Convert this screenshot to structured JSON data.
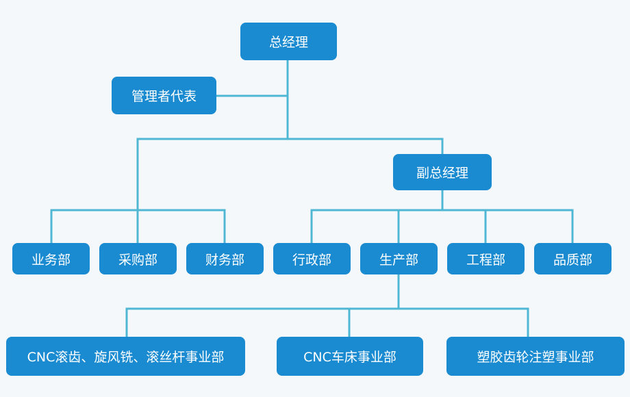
{
  "colors": {
    "box_fill": "#1a8bd1",
    "connector": "#4fb7d3",
    "text": "#ffffff",
    "background": "#f4f8fb"
  },
  "nodes": {
    "general_manager": "总经理",
    "management_rep": "管理者代表",
    "deputy_gm": "副总经理",
    "business_dept": "业务部",
    "purchasing_dept": "采购部",
    "finance_dept": "财务部",
    "admin_dept": "行政部",
    "production_dept": "生产部",
    "engineering_dept": "工程部",
    "quality_dept": "品质部",
    "cnc_hobbing_division": "CNC滚齿、旋风铣、滚丝杆事业部",
    "cnc_lathe_division": "CNC车床事业部",
    "plastic_gear_division": "塑胶齿轮注塑事业部"
  }
}
